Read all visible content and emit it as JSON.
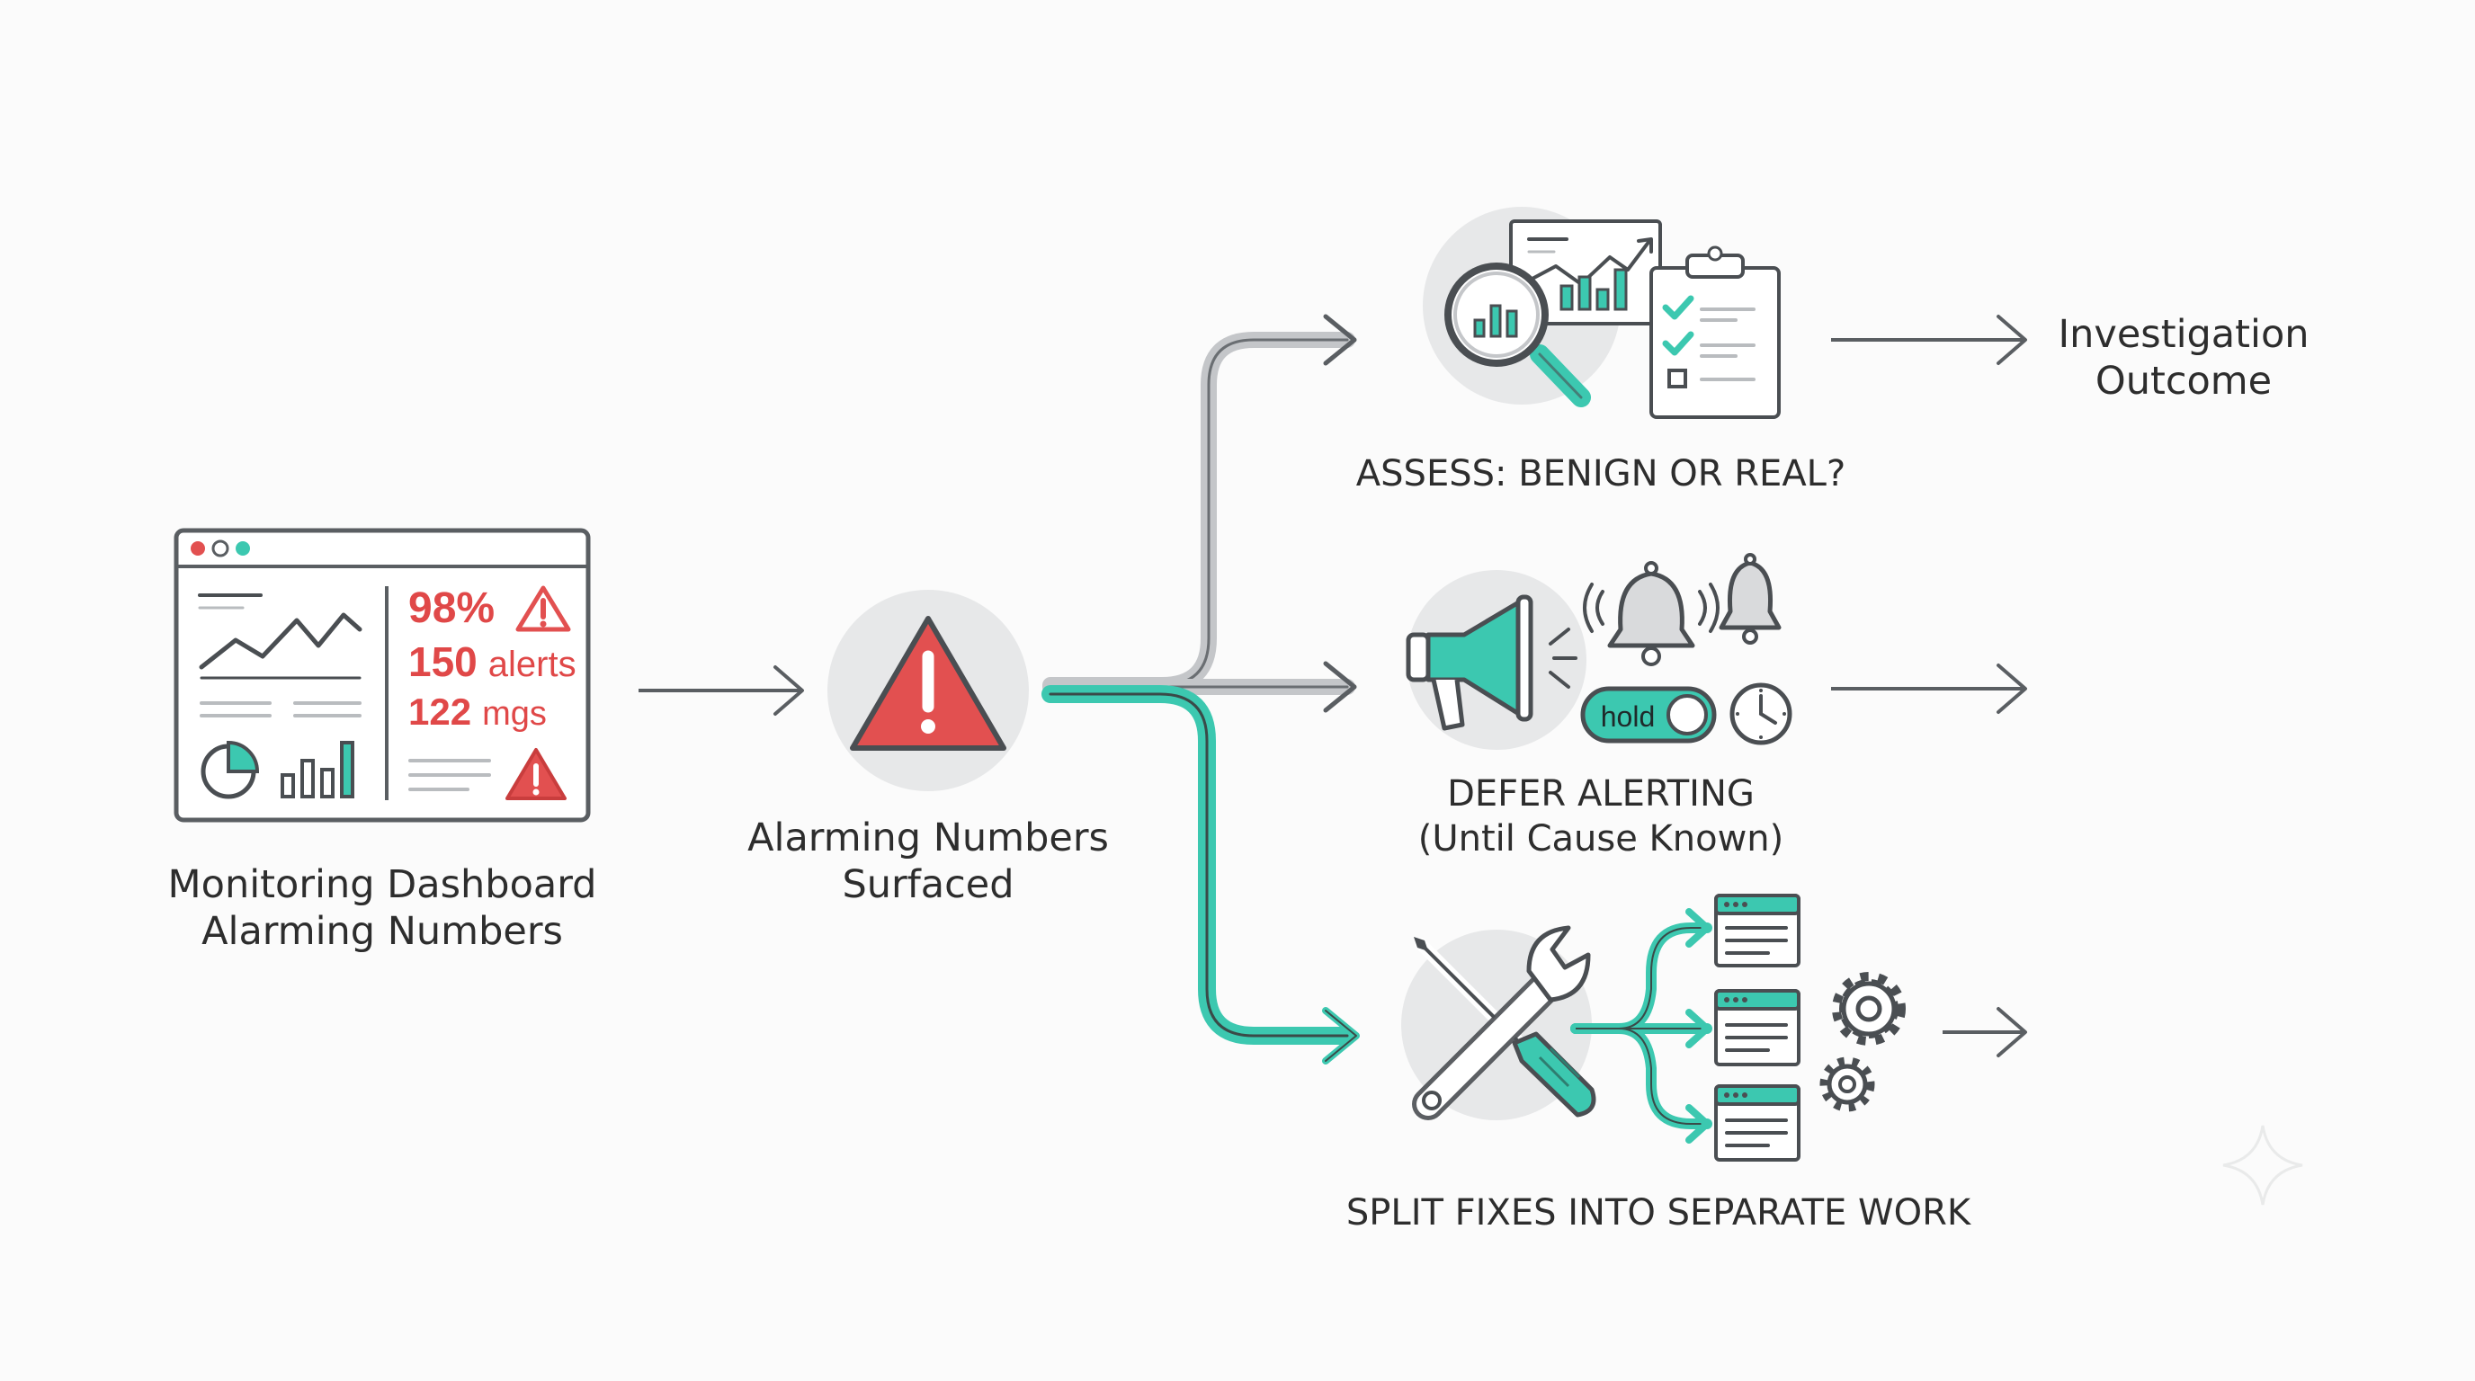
{
  "dashboard": {
    "metric_1": "98%",
    "metric_2_value": "150",
    "metric_2_unit": "alerts",
    "metric_3_value": "122",
    "metric_3_unit": "mgs",
    "label_line1": "Monitoring Dashboard",
    "label_line2": "Alarming Numbers"
  },
  "surfaced": {
    "label_line1": "Alarming Numbers",
    "label_line2": "Surfaced"
  },
  "assess": {
    "label": "ASSESS: BENIGN OR REAL?"
  },
  "outcome": {
    "label_line1": "Investigation",
    "label_line2": "Outcome"
  },
  "defer": {
    "label_line1": "DEFER ALERTING",
    "label_line2": "(Until Cause Known)",
    "toggle_text": "hold"
  },
  "split": {
    "label": "SPLIT FIXES INTO SEPARATE WORK"
  },
  "colors": {
    "accent_teal": "#3cc8b0",
    "alert_red": "#e04848",
    "connector_gray": "#c4c6c9",
    "icon_stroke": "#4a4e52"
  }
}
